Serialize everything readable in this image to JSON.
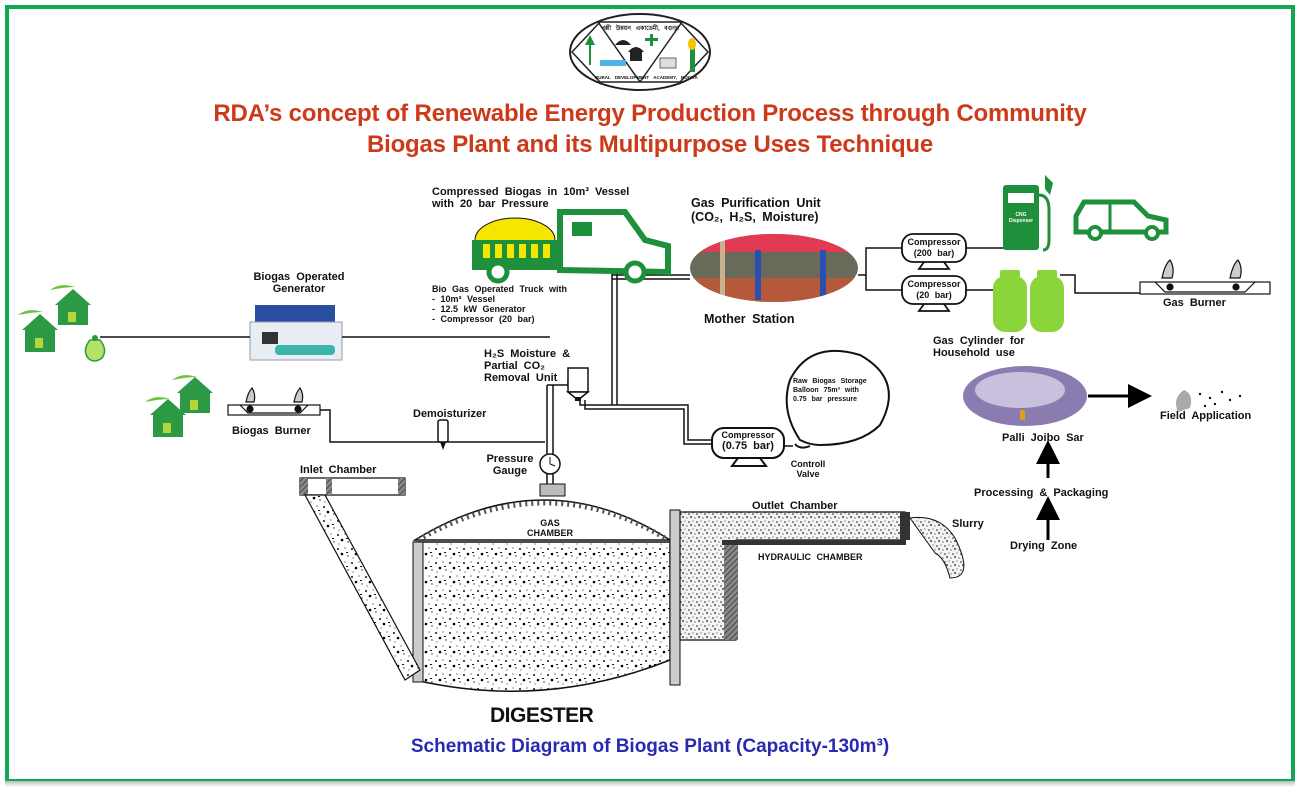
{
  "header": {
    "logo_caption_top": "পল্লী উন্নয়ন একাডেমী, বগুড়া",
    "logo_caption_bottom": "RURAL DEVELOPMENT ACADEMY, BOGRA",
    "title_line1": "RDA’s concept of Renewable Energy Production Process  through Community",
    "title_line2": "Biogas Plant  and its Multipurpose Uses Technique"
  },
  "colors": {
    "frame": "#12a84f",
    "title": "#cc3a1a",
    "caption": "#2a2ab0",
    "icon_green": "#1e8f3a",
    "cylinder_green": "#8bd43a",
    "truck_tank": "#f5e600"
  },
  "labels": {
    "truck_vessel": [
      "Compressed Biogas in 10m³ Vessel",
      "with 20 bar Pressure"
    ],
    "truck_specs": [
      "Bio Gas Operated Truck with",
      "- 10m³ Vessel",
      "- 12.5 kW Generator",
      "- Compressor (20 bar)"
    ],
    "purification": [
      "Gas Purification Unit",
      "(CO₂, H₂S, Moisture)"
    ],
    "mother_station": "Mother Station",
    "compressor_200": [
      "Compressor",
      "(200 bar)"
    ],
    "compressor_20": [
      "Compressor",
      "(20 bar)"
    ],
    "cng_dispenser": [
      "CNG",
      "Dispenser"
    ],
    "gas_burner": "Gas Burner",
    "gas_cylinder": [
      "Gas Cylinder for",
      "Household use"
    ],
    "generator": [
      "Biogas Operated",
      "Generator"
    ],
    "biogas_burner": "Biogas Burner",
    "h2s_unit": [
      "H₂S Moisture &",
      "Partial CO₂",
      "Removal Unit"
    ],
    "demoisturizer": "Demoisturizer",
    "pressure_gauge": [
      "Pressure",
      "Gauge"
    ],
    "balloon": [
      "Raw Biogas Storage",
      "Balloon 75m³ with",
      "0.75 bar pressure"
    ],
    "compressor_075": [
      "Compressor",
      "(0.75 bar)"
    ],
    "control_valve": [
      "Controll",
      "Valve"
    ],
    "palli_joibo_sar": "Palli Joibo Sar",
    "field_application": "Field Application",
    "processing": "Processing & Packaging",
    "slurry": "Slurry",
    "drying_zone": "Drying Zone",
    "inlet_chamber": "Inlet Chamber",
    "outlet_chamber": "Outlet Chamber",
    "gas_chamber": [
      "GAS",
      "CHAMBER"
    ],
    "hydraulic_chamber": "HYDRAULIC CHAMBER",
    "digester": "DIGESTER"
  },
  "footer": {
    "caption": "Schematic Diagram of Biogas Plant (Capacity-130m³)"
  }
}
